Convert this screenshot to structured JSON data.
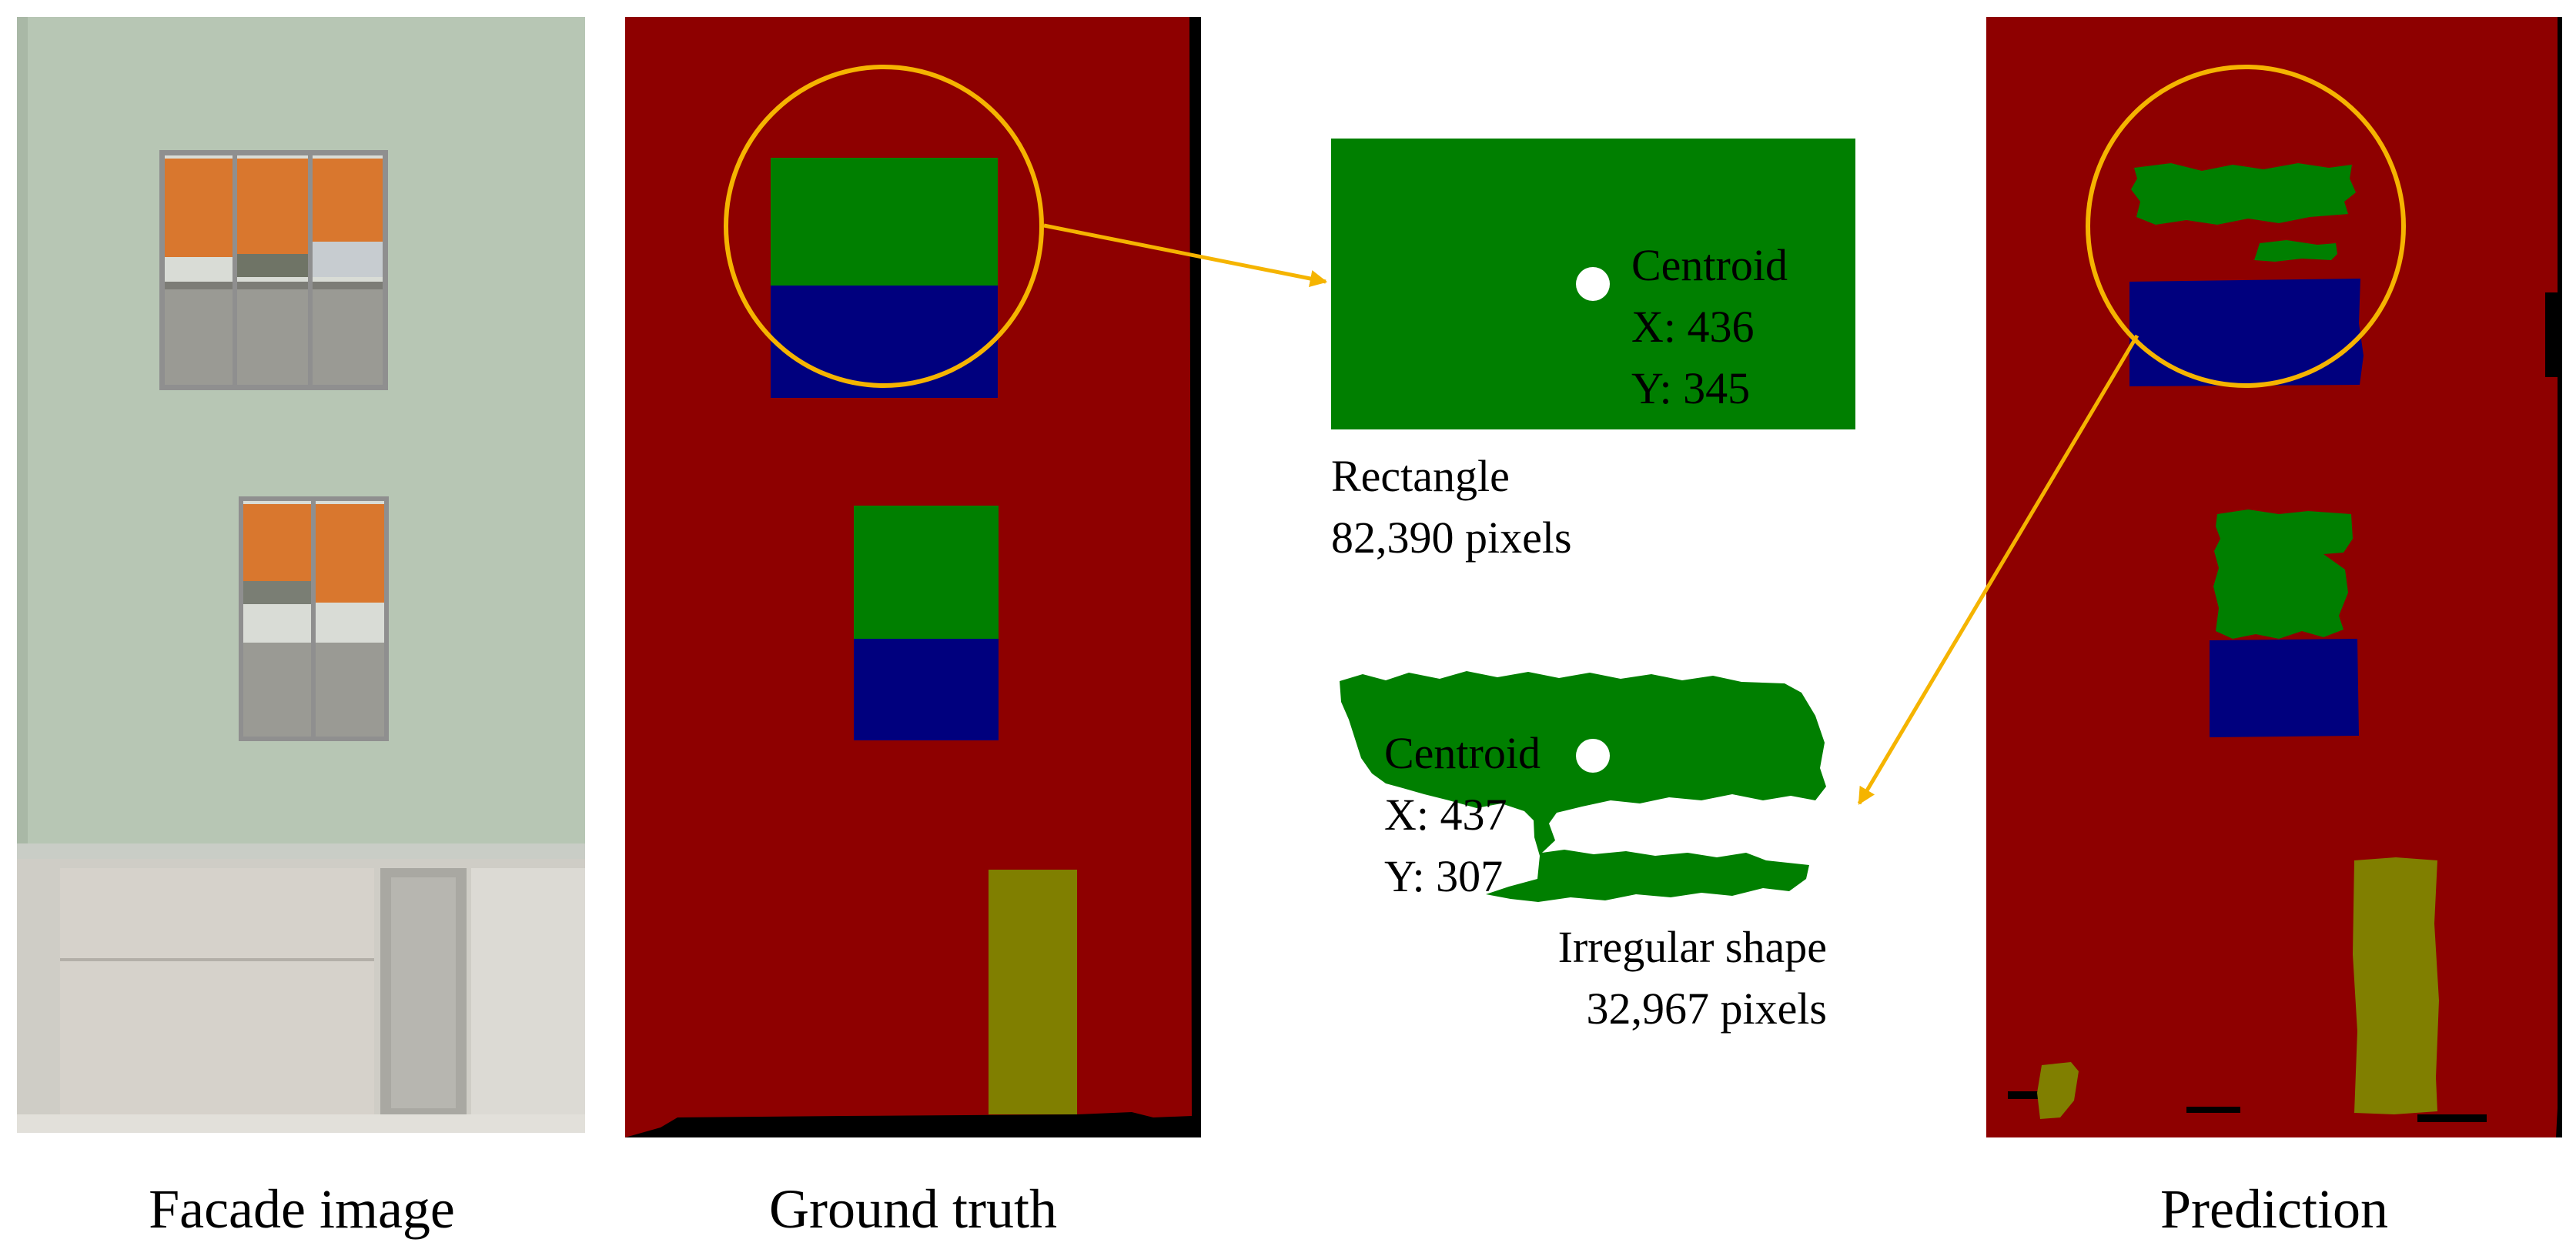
{
  "colors": {
    "wall": "#8e0000",
    "window": "#007f00",
    "blind": "#00007e",
    "door": "#807f00",
    "border": "#000000",
    "highlight": "#f5b400",
    "centroid_dot": "#ffffff"
  },
  "captions": {
    "facade": "Facade image",
    "ground_truth": "Ground truth",
    "prediction": "Prediction"
  },
  "rectangle": {
    "centroid_label": "Centroid",
    "x_label": "X: 436",
    "y_label": "Y: 345",
    "shape_name": "Rectangle",
    "pixel_count": "82,390 pixels"
  },
  "irregular": {
    "centroid_label": "Centroid",
    "x_label": "X: 437",
    "y_label": "Y: 307",
    "shape_name": "Irregular shape",
    "pixel_count": "32,967 pixels"
  }
}
